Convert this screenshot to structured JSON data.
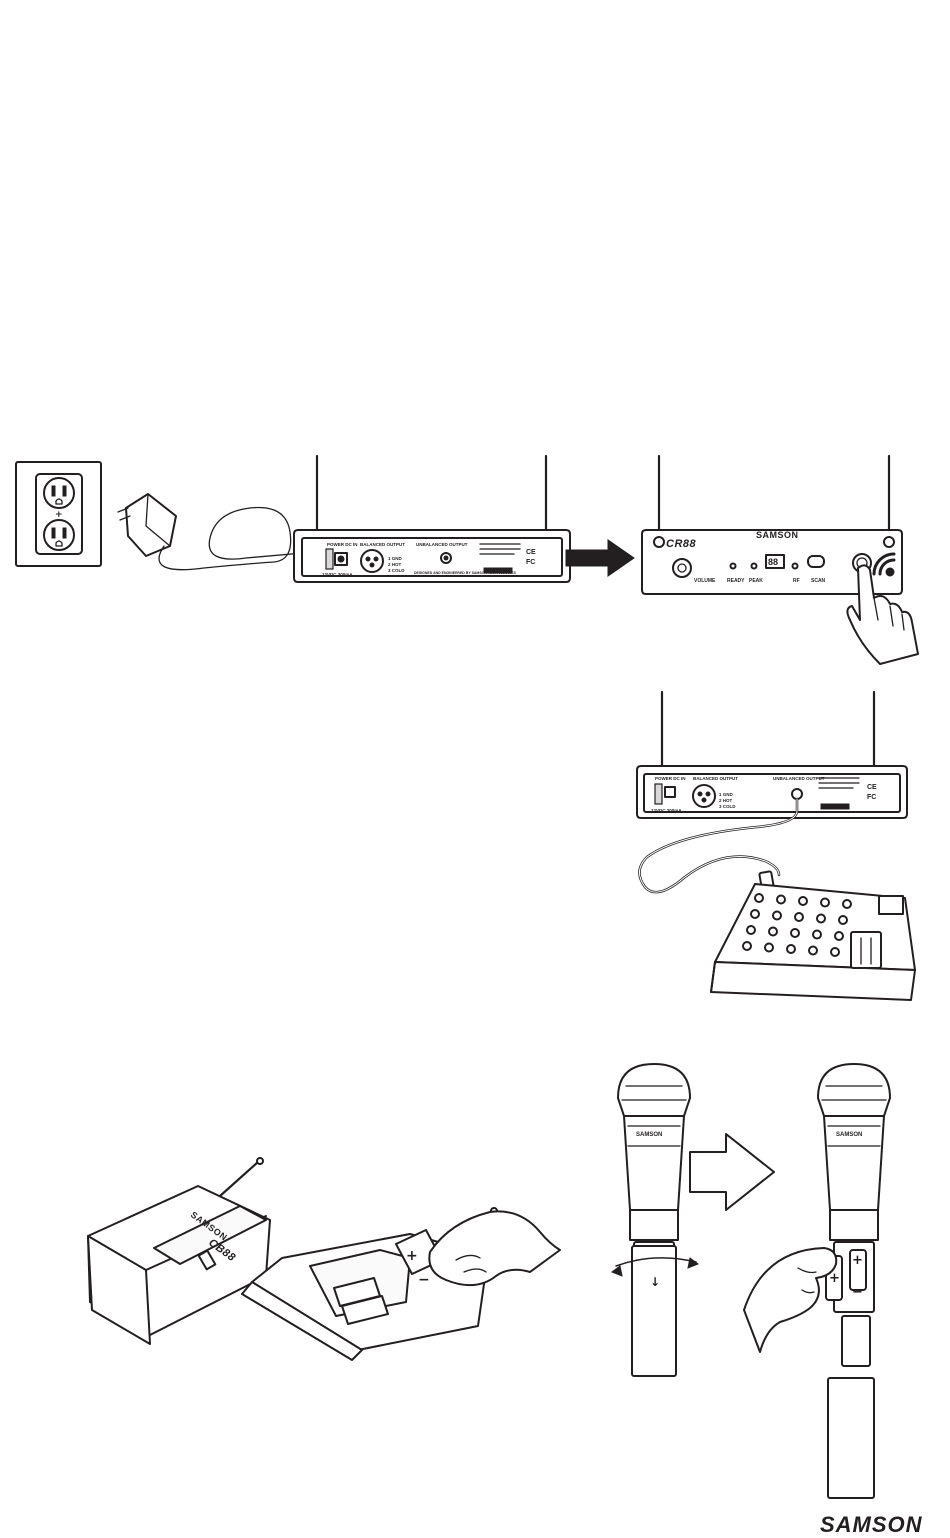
{
  "receiver": {
    "back_panel": {
      "power_label": "POWER DC IN",
      "power_rating": "12VDC 300mA",
      "balanced_label": "BALANCED OUTPUT",
      "unbalanced_label": "UNBALANCED OUTPUT",
      "pin_labels": [
        "1 GND",
        "2 HOT",
        "3 COLD"
      ],
      "designed_by": "DESIGNED AND ENGINEERED BY SAMSON TECHNOLOGIES"
    },
    "front_panel": {
      "brand": "SAMSON",
      "model_logo": "CR88",
      "volume_label": "VOLUME",
      "ready_label": "READY",
      "peak_label": "PEAK",
      "rf_label": "RF",
      "scan_label": "SCAN",
      "display_value": "88"
    }
  },
  "beltpack": {
    "brand": "SAMSON",
    "model": "CB88",
    "battery_plus": "+",
    "battery_minus": "−"
  },
  "handheld": {
    "brand": "SAMSON",
    "battery_plus": "+",
    "battery_minus": "−"
  },
  "footer": {
    "brand_logo": "SAMSON"
  },
  "icons": {
    "arrow": "arrow-right-icon",
    "outline_arrow": "outline-arrow-right-icon",
    "rotate": "rotate-icon",
    "down": "arrow-down-icon"
  }
}
